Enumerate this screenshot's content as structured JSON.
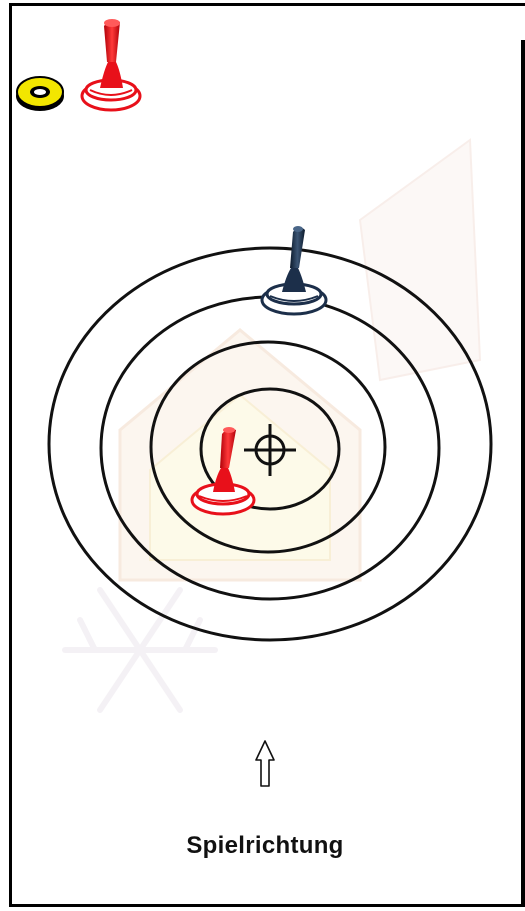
{
  "direction_label": "Spielrichtung",
  "icons": {
    "direction_arrow": "up-arrow-icon",
    "target_marker": "crosshair-icon",
    "ring_marker": "yellow-ring-icon"
  },
  "colors": {
    "target_rings": "#111111",
    "red_stock": "#e8101a",
    "blue_stock": "#1c2f4a",
    "yellow_ring": "#f2e600",
    "watermark": "#f3e4d6"
  },
  "target": {
    "ring_count": 4
  },
  "stocks": [
    {
      "team": "red",
      "state": "waiting"
    },
    {
      "team": "blue",
      "state": "in-play"
    },
    {
      "team": "red",
      "state": "in-play"
    }
  ]
}
